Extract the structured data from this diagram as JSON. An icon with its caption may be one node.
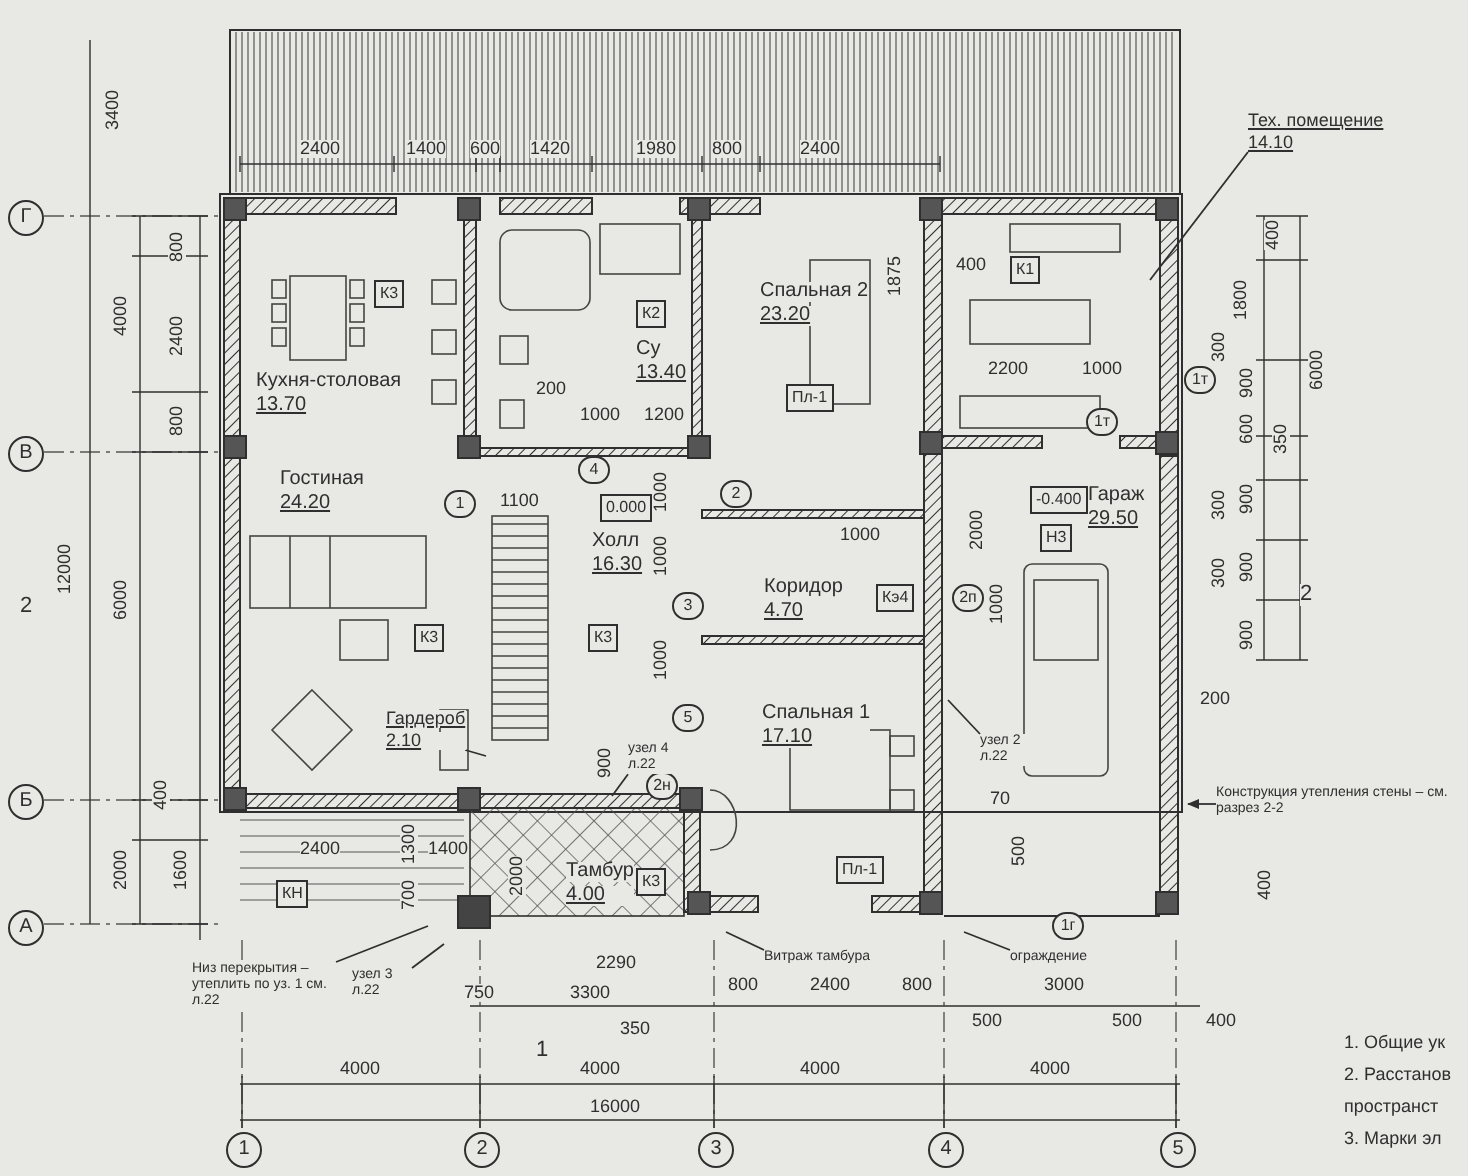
{
  "diagram": {
    "nodes": [
      {
        "text": [
          "Тех. помещение",
          "14.10"
        ]
      },
      {
        "text": [
          "Гардероб",
          "2.10"
        ]
      },
      {
        "text": [
          "Низ перекрытия – утеплить по уз. 1 см. л.22"
        ]
      },
      {
        "text": [
          "узел 3 л.22"
        ]
      },
      {
        "text": [
          "узел 4 л.22"
        ]
      },
      {
        "text": [
          "узел 2 л.22"
        ]
      },
      {
        "text": [
          "Витраж тамбура"
        ]
      },
      {
        "text": [
          "ограждение"
        ]
      },
      {
        "text": [
          "Конструкция утепления стены – см. разрез 2-2"
        ]
      },
      {
        "text": [
          "Кухня-столовая",
          "13.70"
        ]
      },
      {
        "text": [
          "Су",
          "13.40"
        ]
      },
      {
        "text": [
          "Спальная 2",
          "23.20"
        ]
      },
      {
        "text": [
          "Гостиная",
          "24.20"
        ]
      },
      {
        "text": [
          "Холл",
          "16.30"
        ]
      },
      {
        "text": [
          "Гараж",
          "29.50"
        ]
      },
      {
        "text": [
          "Коридор",
          "4.70"
        ]
      },
      {
        "text": [
          "Спальная 1",
          "17.10"
        ]
      },
      {
        "text": [
          "Тамбур",
          "4.00"
        ]
      }
    ],
    "edges": [
      {
        "from": 0,
        "to": null,
        "arrow": "none"
      },
      {
        "from": 1,
        "to": null,
        "arrow": "none"
      },
      {
        "from": 2,
        "to": null,
        "arrow": "none"
      },
      {
        "from": 3,
        "to": null,
        "arrow": "none"
      },
      {
        "from": 4,
        "to": null,
        "arrow": "none"
      },
      {
        "from": 5,
        "to": null,
        "arrow": "none"
      },
      {
        "from": 6,
        "to": null,
        "arrow": "none"
      },
      {
        "from": 7,
        "to": null,
        "arrow": "none"
      },
      {
        "from": 8,
        "to": null,
        "arrow": "to"
      }
    ],
    "labels": [
      "3400",
      "2400",
      "1400",
      "600",
      "1420",
      "1980",
      "800",
      "2400",
      "Г",
      "800",
      "2400",
      "4000",
      "800",
      "В",
      "К3",
      "К2",
      "200",
      "1000",
      "1200",
      "1875",
      "Пл-1",
      "400",
      "К1",
      "2200",
      "1000",
      "1т",
      "1т",
      "400",
      "1800",
      "300",
      "900",
      "600",
      "350",
      "6000",
      "300",
      "900",
      "300",
      "900",
      "900",
      "2",
      "2",
      "1",
      "4",
      "1100",
      "0.000",
      "1000",
      "2",
      "1000",
      "1000",
      "-0.400",
      "Н3",
      "2000",
      "12000",
      "6000",
      "3",
      "Кэ4",
      "2п",
      "1000",
      "К3",
      "К3",
      "1000",
      "5",
      "200",
      "900",
      "2н",
      "400",
      "Б",
      "70",
      "Пл-1",
      "500",
      "2400",
      "1400",
      "1300",
      "2000",
      "КН",
      "700",
      "К3",
      "2000",
      "1600",
      "400",
      "А",
      "1г",
      "2290",
      "750",
      "3300",
      "800",
      "2400",
      "800",
      "3000",
      "350",
      "500",
      "500",
      "400",
      "1",
      "4000",
      "4000",
      "4000",
      "4000",
      "16000",
      "1",
      "2",
      "3",
      "4",
      "5",
      "1. Общие ук",
      "2. Расстанов",
      "пространст",
      "3. Марки эл"
    ]
  }
}
